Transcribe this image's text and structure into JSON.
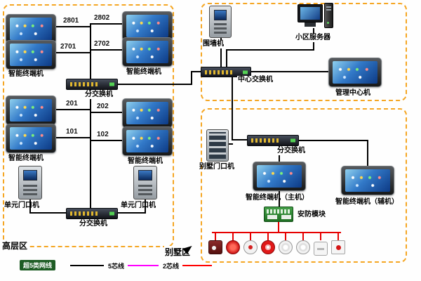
{
  "regions": {
    "highrise_label": "高层区",
    "villa_label": "别墅区"
  },
  "highrise": {
    "terminal_group_label": "智能终端机",
    "wires": [
      "2801",
      "2802",
      "2701",
      "2702",
      "201",
      "202",
      "101",
      "102"
    ],
    "switch_top_label": "分交换机",
    "switch_bottom_label": "分交换机",
    "door_label": "单元门口机"
  },
  "center": {
    "wall_station_label": "围墙机",
    "server_label": "小区服务器",
    "switch_label": "中心交换机",
    "management_label": "管理中心机"
  },
  "villa": {
    "door_label": "别墅门口机",
    "switch_label": "分交换机",
    "terminal_master_label": "智能终端机（主机）",
    "terminal_aux_label": "智能终端机（辅机）",
    "security_module_label": "安防模块",
    "sensors": [
      "cctv-camera",
      "emergency-button",
      "gas-detector",
      "alarm-siren",
      "smoke-detector",
      "smoke-detector",
      "door-contact",
      "panic-button"
    ]
  },
  "legend": [
    {
      "label": "超5类网线",
      "color": "#000000"
    },
    {
      "label": "5芯线",
      "color": "#ff00ff"
    },
    {
      "label": "2芯线",
      "color": "#ff0000"
    }
  ],
  "colors": {
    "zone_border": "#f5a623",
    "network_cable": "#000000",
    "security_cable": "#e60000"
  }
}
